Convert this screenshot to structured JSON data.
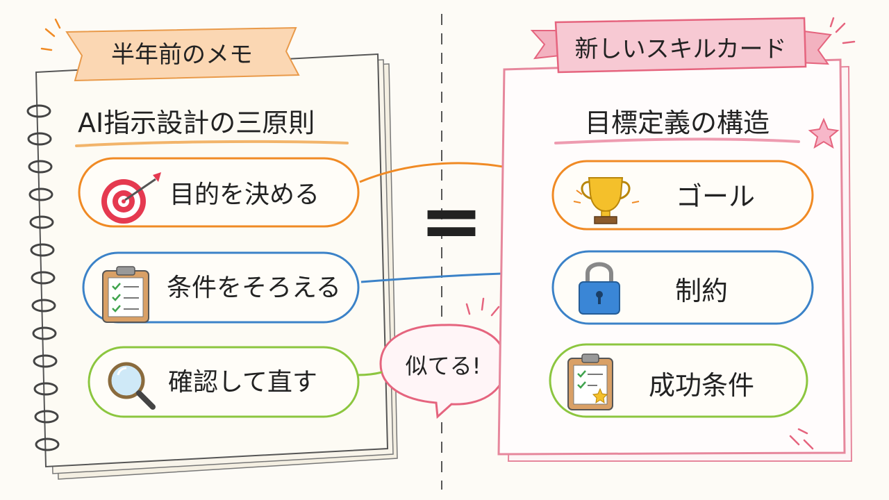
{
  "left_card": {
    "banner": "半年前のメモ",
    "title": "AI指示設計の三原則",
    "items": [
      {
        "label": "目的を決める",
        "icon": "target-icon",
        "color": "#f08a24"
      },
      {
        "label": "条件をそろえる",
        "icon": "clipboard-icon",
        "color": "#3b82c8"
      },
      {
        "label": "確認して直す",
        "icon": "magnifier-icon",
        "color": "#8cc63f"
      }
    ]
  },
  "right_card": {
    "banner": "新しいスキルカード",
    "title": "目標定義の構造",
    "items": [
      {
        "label": "ゴール",
        "icon": "trophy-icon",
        "color": "#f08a24"
      },
      {
        "label": "制約",
        "icon": "lock-icon",
        "color": "#3b82c8"
      },
      {
        "label": "成功条件",
        "icon": "checklist-star-icon",
        "color": "#8cc63f"
      }
    ]
  },
  "center": {
    "equals": "=",
    "bubble": "似てる!"
  },
  "colors": {
    "left_banner": "#fbd7b3",
    "right_banner": "#f7c9d3",
    "right_border": "#e6879c",
    "dashed_divider": "#555555"
  }
}
